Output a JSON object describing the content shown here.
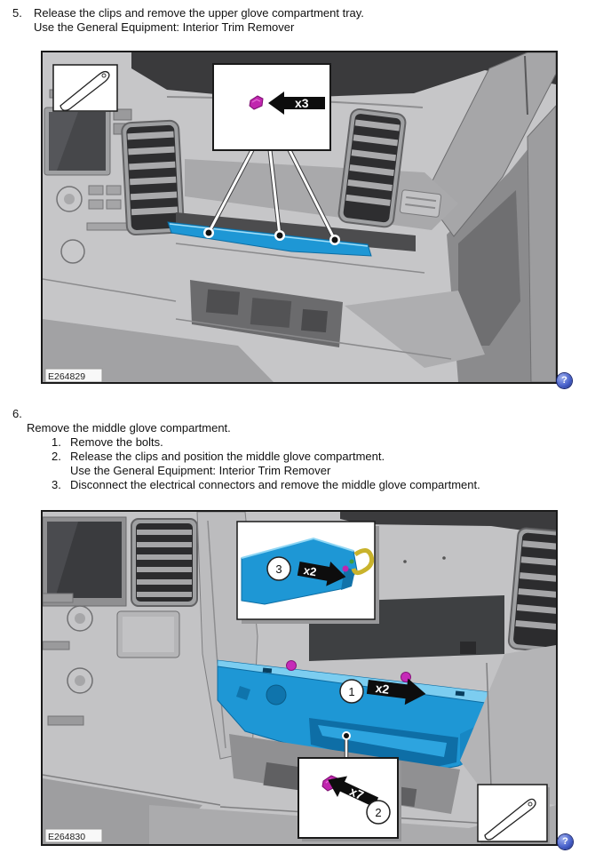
{
  "colors": {
    "highlight_blue": "#1e97d5",
    "clip_magenta": "#c026ae",
    "connector_yellow": "#c9b32c",
    "arrow_black": "#0d0d0d",
    "help_blue": "#3a57c4"
  },
  "steps": {
    "step5": {
      "number": "5.",
      "line1": "Release the clips and remove the upper glove compartment tray.",
      "line2": "Use the General Equipment: Interior Trim Remover"
    },
    "step6": {
      "number": "6.",
      "title": "Remove the middle glove compartment.",
      "sub1_number": "1.",
      "sub1_text": "Remove the bolts.",
      "sub2_number": "2.",
      "sub2_text": "Release the clips and position the middle glove compartment.",
      "sub2_note": "Use the General Equipment: Interior Trim Remover",
      "sub3_number": "3.",
      "sub3_text": "Disconnect the electrical connectors and remove the middle glove compartment."
    }
  },
  "figure1": {
    "label": "E264829",
    "clip_count": "x3",
    "help": "?"
  },
  "figure2": {
    "label": "E264830",
    "step1_badge": "1",
    "step1_count": "x2",
    "step2_badge": "2",
    "step2_count": "x7",
    "step3_badge": "3",
    "step3_count": "x2",
    "help": "?"
  }
}
